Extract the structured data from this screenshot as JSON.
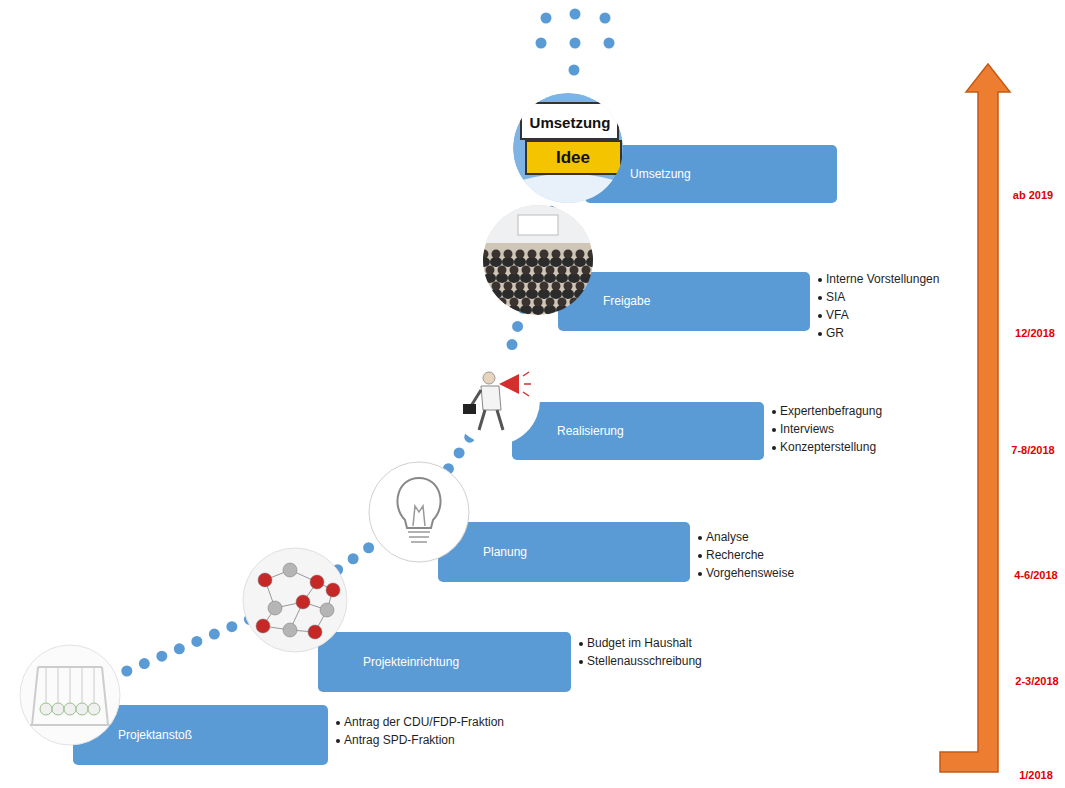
{
  "diagram": {
    "nodes": [
      {
        "text": [
          "Projektanstoß",
          "Antrag der CDU/FDP-Fraktion",
          "Antrag SPD-Fraktion"
        ]
      },
      {
        "text": [
          "Projekteinrichtung",
          "Budget im Haushalt",
          "Stellenausschreibung"
        ]
      },
      {
        "text": [
          "Planung",
          "Analyse",
          "Recherche",
          "Vorgehensweise"
        ]
      },
      {
        "text": [
          "Realisierung",
          "Expertenbefragung",
          "Interviews",
          "Konzepterstellung"
        ]
      },
      {
        "text": [
          "Freigabe",
          "Interne Vorstellungen",
          "SIA",
          "VFA",
          "GR"
        ]
      },
      {
        "text": [
          "Umsetzung"
        ]
      }
    ],
    "edges": [
      {
        "from": 0,
        "to": 1,
        "arrow": "none"
      },
      {
        "from": 1,
        "to": 2,
        "arrow": "none"
      },
      {
        "from": 2,
        "to": 3,
        "arrow": "none"
      },
      {
        "from": 3,
        "to": 4,
        "arrow": "none"
      },
      {
        "from": 4,
        "to": 5,
        "arrow": "none"
      }
    ],
    "labels": [
      "Umsetzung",
      "Idee",
      "ab 2019",
      "12/2018",
      "7-8/2018",
      "4-6/2018",
      "2-3/2018",
      "1/2018"
    ]
  }
}
